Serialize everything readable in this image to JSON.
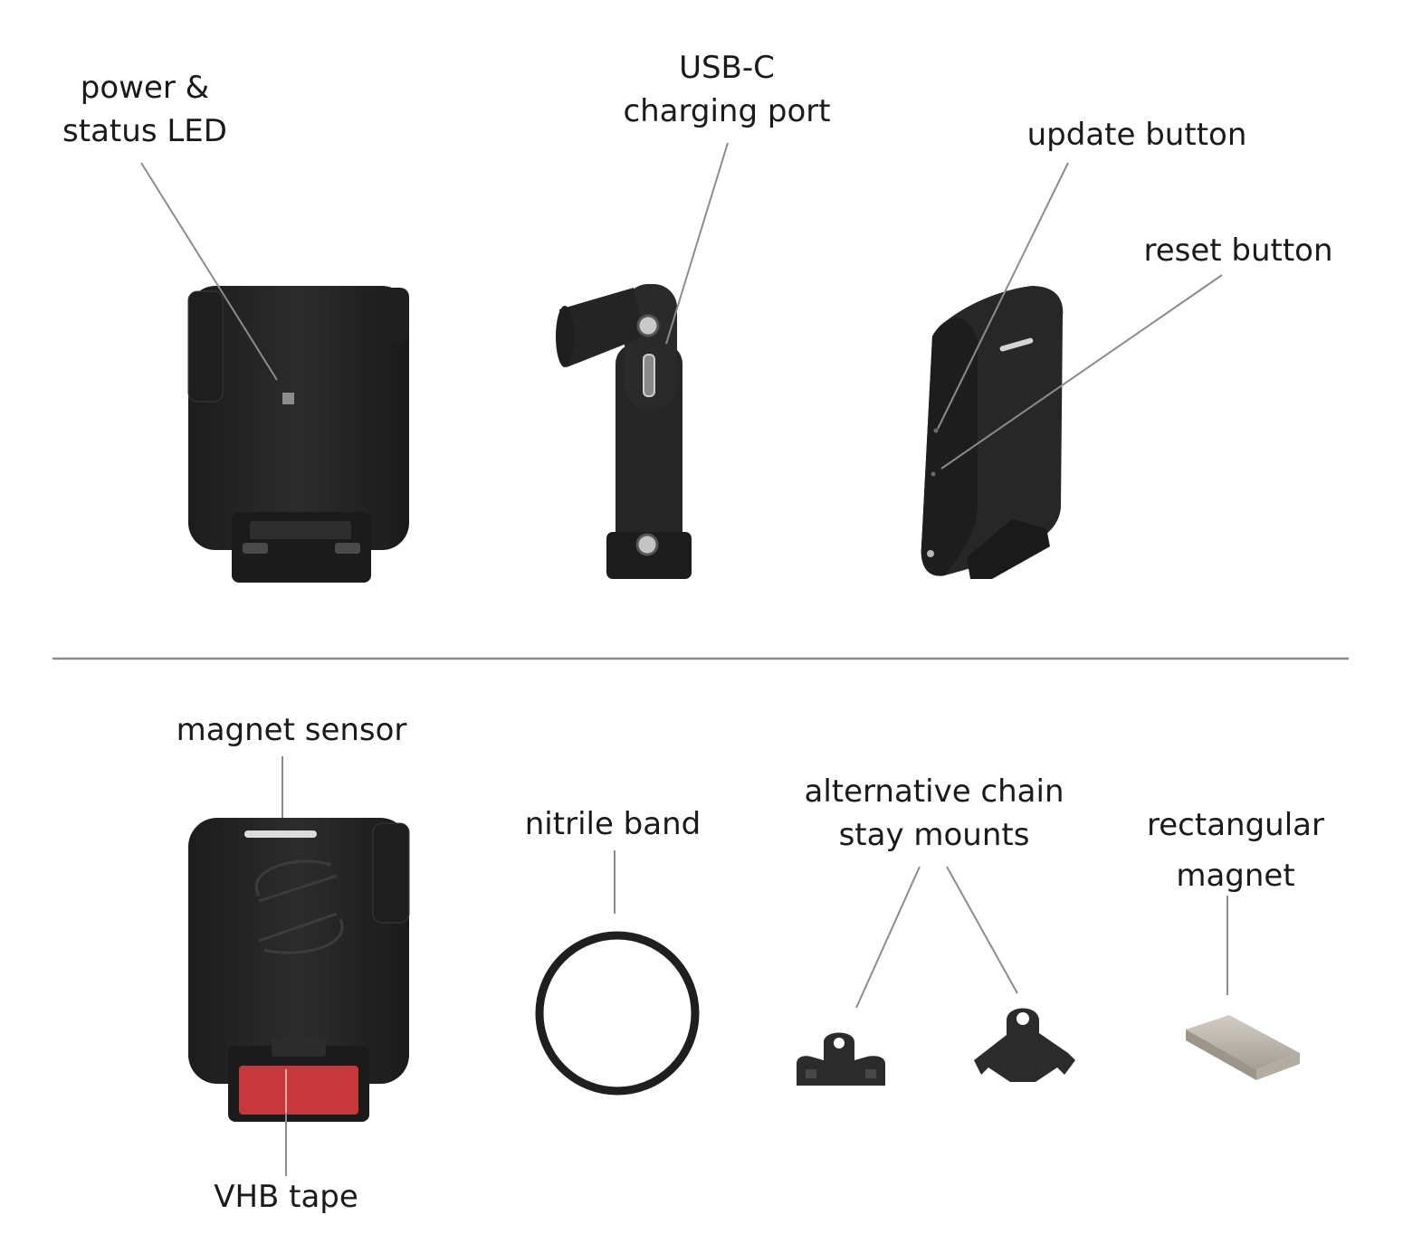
{
  "labels": {
    "power_led": "power &\nstatus LED",
    "usbc_port": "USB-C\ncharging port",
    "update_button": "update button",
    "reset_button": "reset button",
    "magnet_sensor": "magnet sensor",
    "vhb_tape": "VHB tape",
    "nitrile_band": "nitrile band",
    "chain_stay_mounts": "alternative chain\nstay mounts",
    "rect_magnet": "rectangular\nmagnet"
  },
  "colors": {
    "device_body": "#262626",
    "device_edge": "#141414",
    "leader_line": "#8c8c8c",
    "tape_red": "#c8373c",
    "magnet": "#bcb6ab"
  }
}
